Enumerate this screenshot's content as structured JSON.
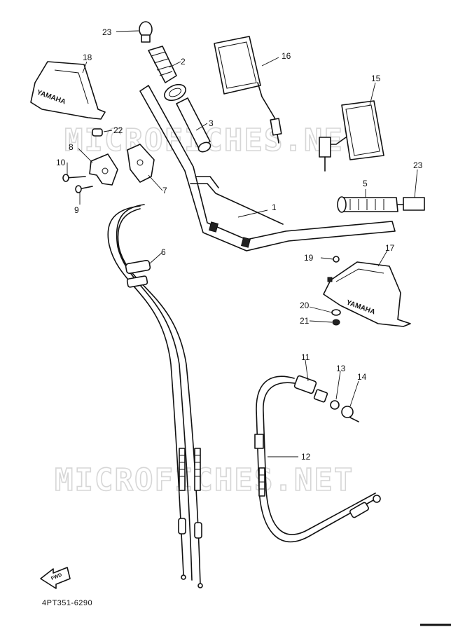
{
  "diagram": {
    "diagram_code": "4PT351-6290",
    "watermark_text": "MICROFICHES.NET",
    "brand_text": "YAMAHA",
    "fwd_text": "FWD",
    "callouts": {
      "p1": "1",
      "p2": "2",
      "p3": "3",
      "p5": "5",
      "p6": "6",
      "p7": "7",
      "p8": "8",
      "p9": "9",
      "p10": "10",
      "p11": "11",
      "p12": "12",
      "p13": "13",
      "p14": "14",
      "p15": "15",
      "p16": "16",
      "p17": "17",
      "p18": "18",
      "p19": "19",
      "p20": "20",
      "p21": "21",
      "p22": "22",
      "p23a": "23",
      "p23b": "23"
    }
  }
}
